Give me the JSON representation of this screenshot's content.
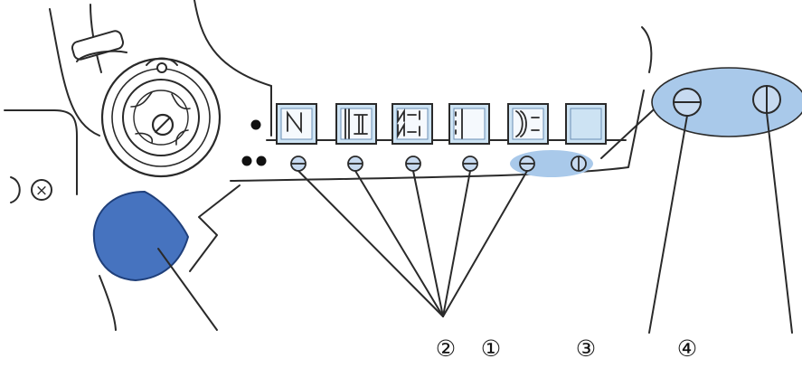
{
  "colors": {
    "line": "#2a2a2a",
    "button_fill": "#cde3f3",
    "button_inner": "#f5f9fd",
    "dial_blue": "#4673bf",
    "oval_blue": "#a9c9ea",
    "screw_blue": "#c7daf0"
  },
  "buttons": [
    {
      "icon": "zigzag-icon"
    },
    {
      "icon": "bar-stitch-icon"
    },
    {
      "icon": "stitch-pattern-icon"
    },
    {
      "icon": "straight-stitch-icon"
    },
    {
      "icon": "buttonhole-icon"
    },
    {
      "icon": "blank-button-icon"
    }
  ],
  "callouts": [
    {
      "label": "②"
    },
    {
      "label": "①"
    },
    {
      "label": "③"
    },
    {
      "label": "④"
    }
  ],
  "glyphs": {
    "x_mark": "×"
  }
}
